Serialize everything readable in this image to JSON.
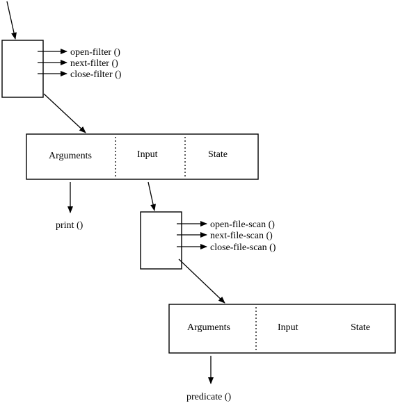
{
  "filter_ops": [
    "open-filter ()",
    "next-filter ()",
    "close-filter ()"
  ],
  "record1": {
    "arguments": "Arguments",
    "input": "Input",
    "state": "State"
  },
  "print_call": "print ()",
  "filescan_ops": [
    "open-file-scan ()",
    "next-file-scan ()",
    "close-file-scan ()"
  ],
  "record2": {
    "arguments": "Arguments",
    "input": "Input",
    "state": "State"
  },
  "predicate_call": "predicate ()"
}
